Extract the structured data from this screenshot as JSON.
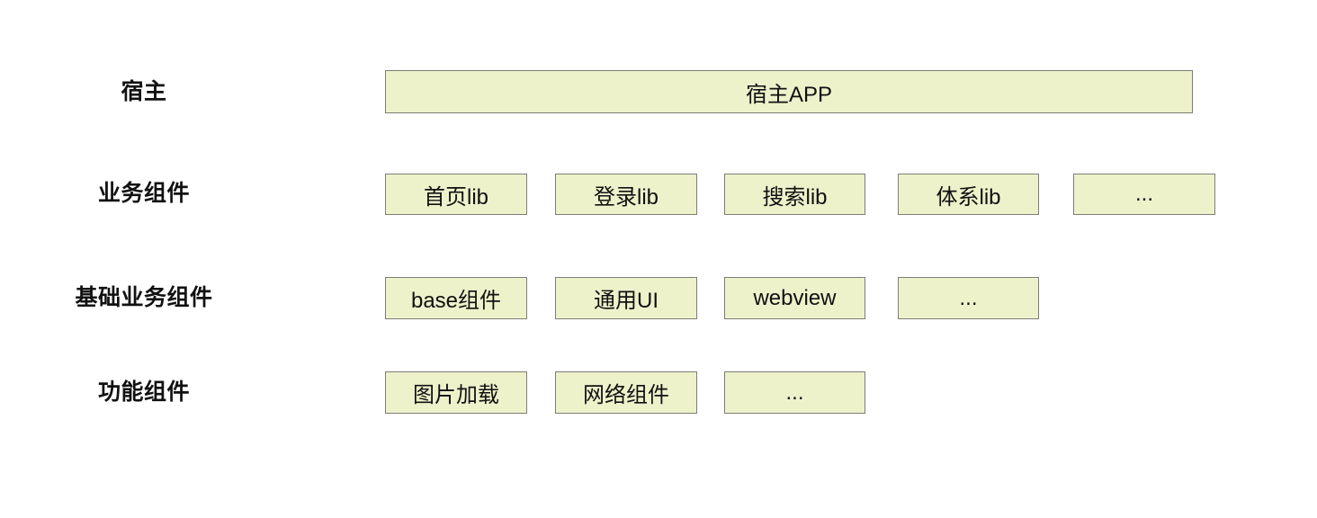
{
  "diagram": {
    "title": "component-architecture-layers",
    "colors": {
      "background": "#ffffff",
      "box_fill": "#eef2cb",
      "box_border": "#7d7d76",
      "text": "#111111"
    },
    "rows": [
      {
        "label": "宿主",
        "boxes": [
          {
            "label": "宿主APP"
          }
        ]
      },
      {
        "label": "业务组件",
        "boxes": [
          {
            "label": "首页lib"
          },
          {
            "label": "登录lib"
          },
          {
            "label": "搜索lib"
          },
          {
            "label": "体系lib"
          },
          {
            "label": "..."
          }
        ]
      },
      {
        "label": "基础业务组件",
        "boxes": [
          {
            "label": "base组件"
          },
          {
            "label": "通用UI"
          },
          {
            "label": "webview"
          },
          {
            "label": "..."
          }
        ]
      },
      {
        "label": "功能组件",
        "boxes": [
          {
            "label": "图片加载"
          },
          {
            "label": "网络组件"
          },
          {
            "label": "..."
          }
        ]
      }
    ]
  }
}
